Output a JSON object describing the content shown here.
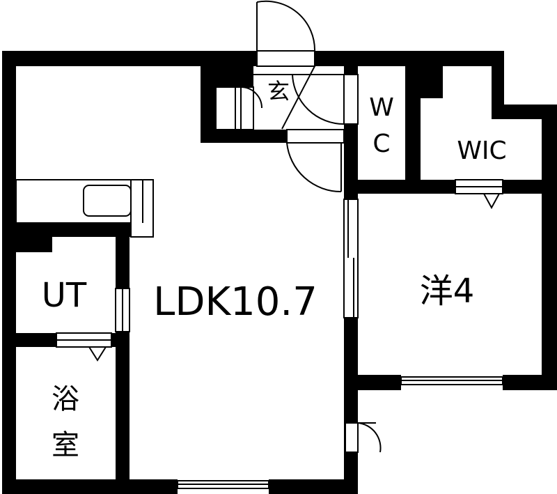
{
  "rooms": {
    "ldk": "LDK10.7",
    "western": "洋4",
    "ut": "UT",
    "bath_line1": "浴",
    "bath_line2": "室",
    "wc_line1": "W",
    "wc_line2": "C",
    "wic": "WIC",
    "entrance": "玄"
  },
  "colors": {
    "wall": "#000000",
    "background": "#ffffff",
    "line": "#000000"
  }
}
